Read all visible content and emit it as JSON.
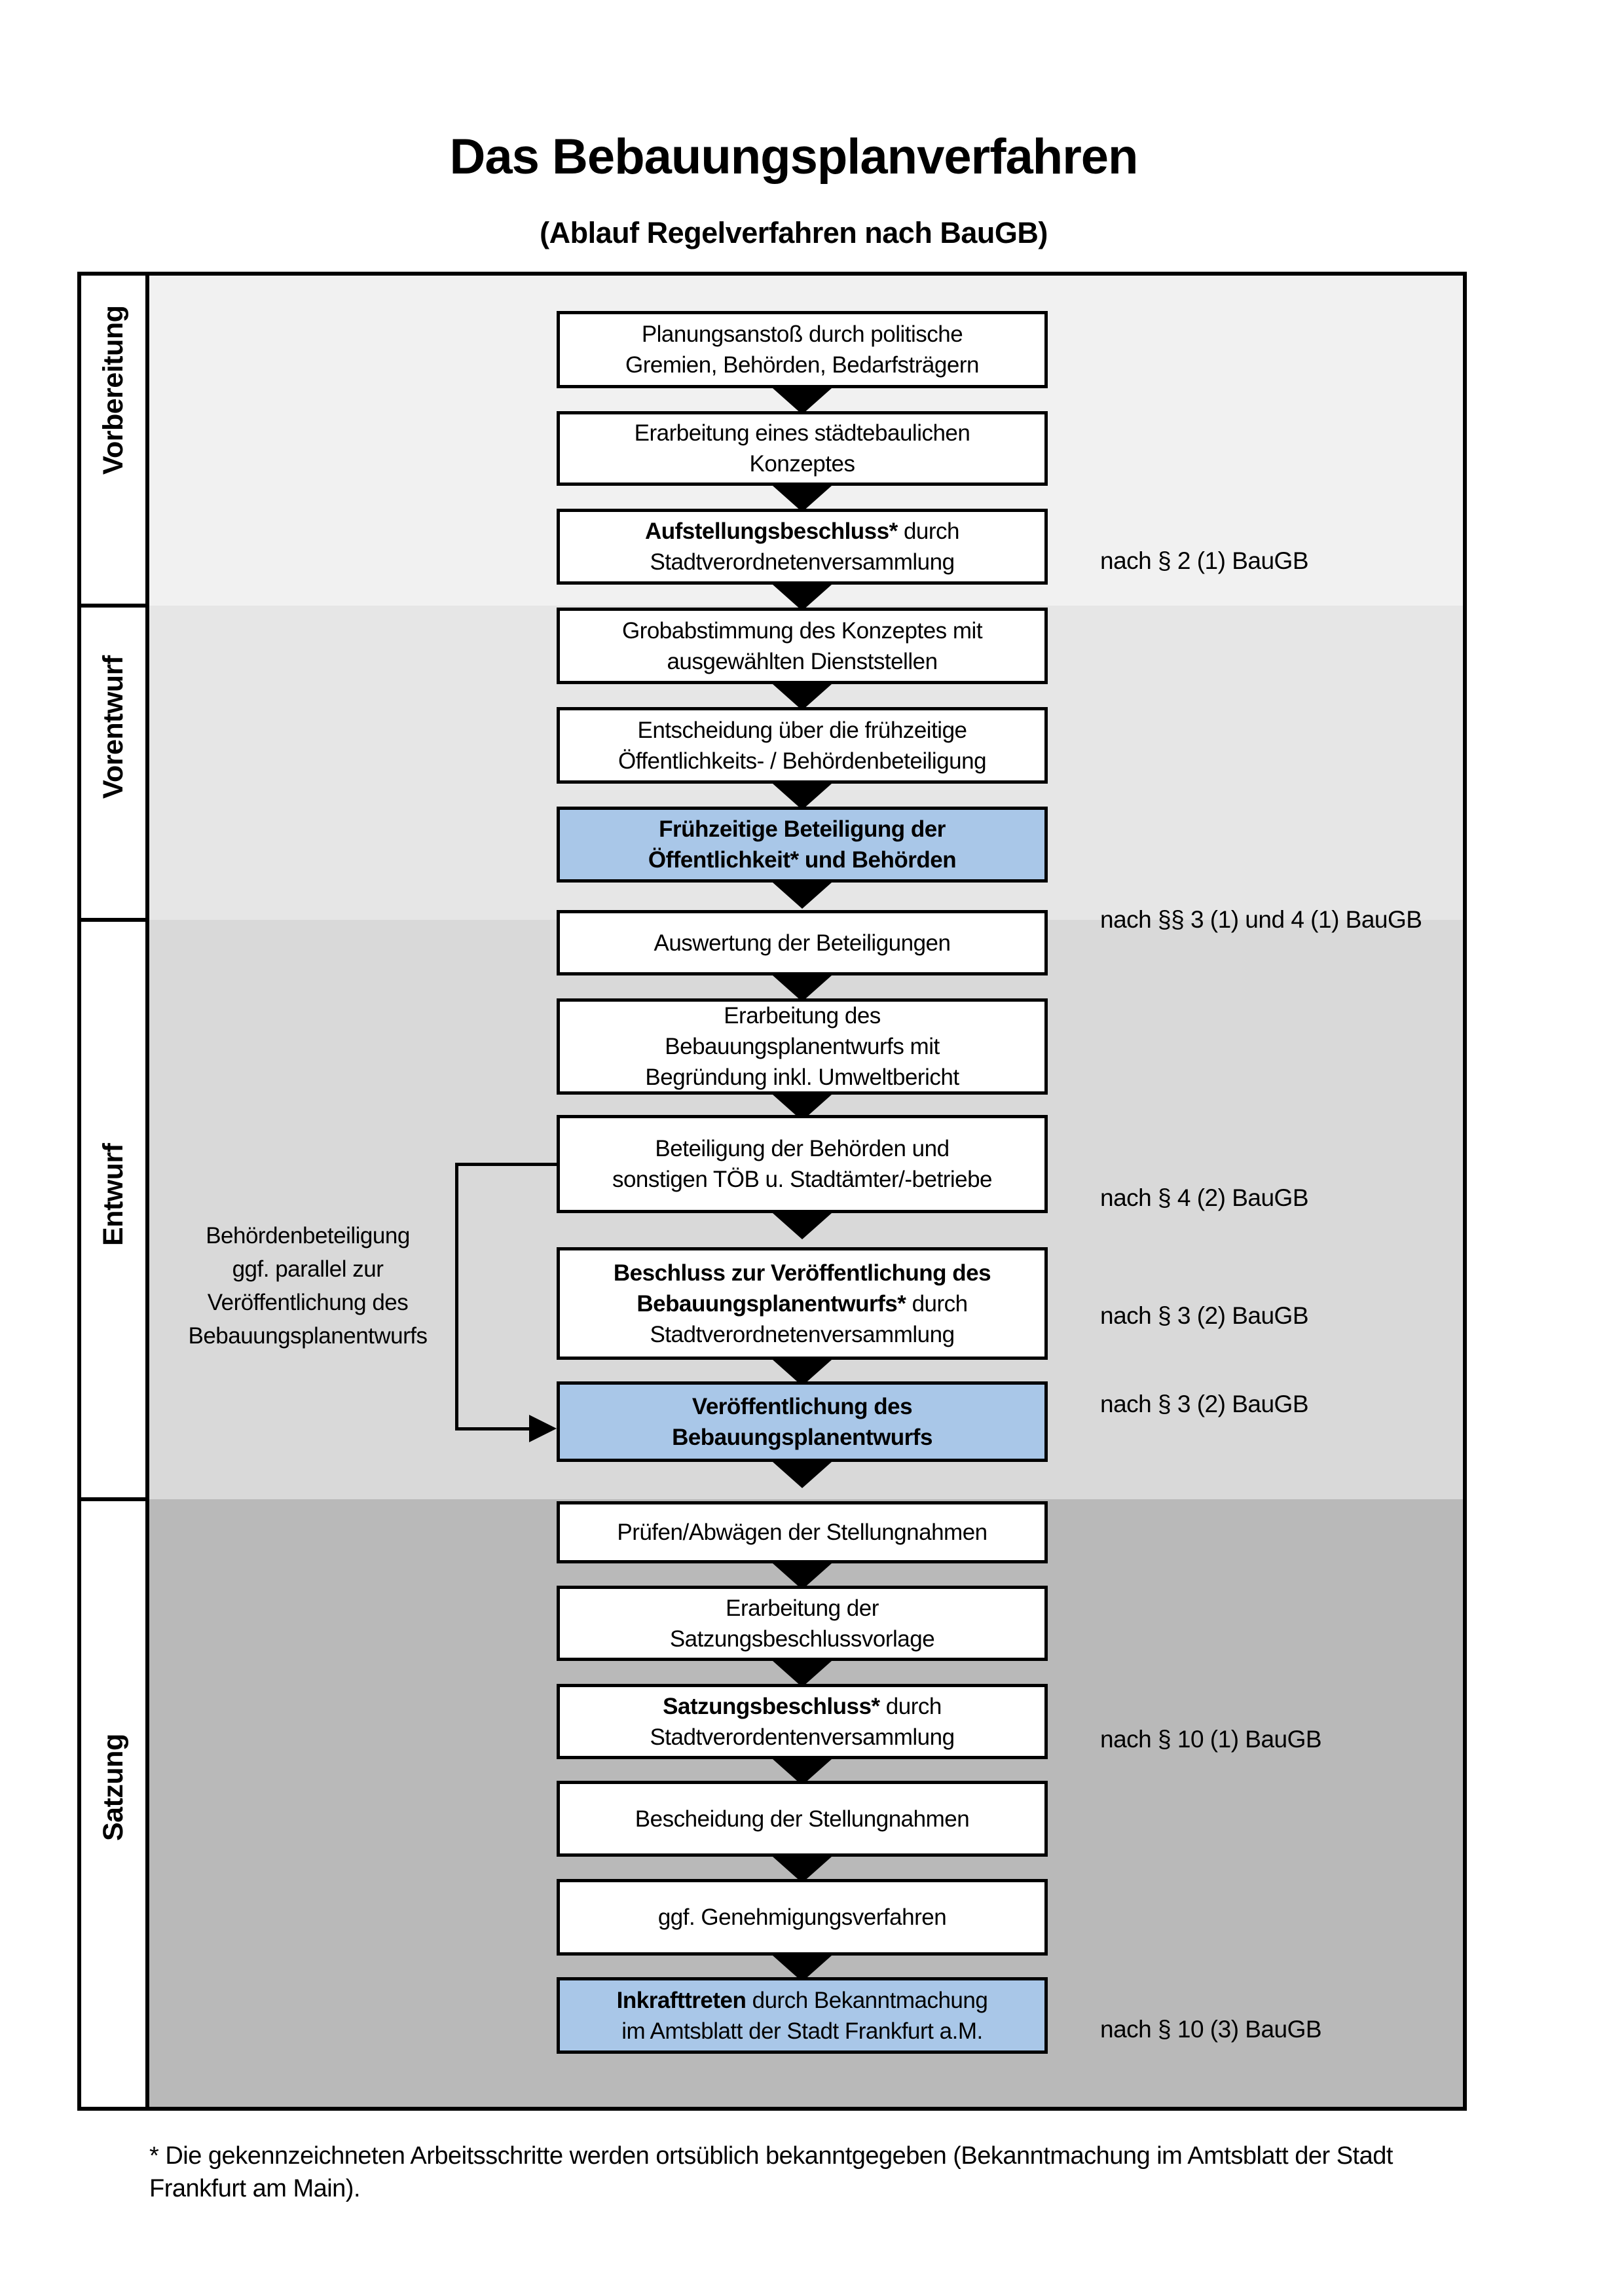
{
  "header": {
    "title": "Das Bebauungsplanverfahren",
    "subtitle": "(Ablauf Regelverfahren nach BauGB)"
  },
  "colors": {
    "highlight_blue": "#a9c7e8",
    "box_background": "#ffffff",
    "border_black": "#000000",
    "phase_backgrounds": [
      "#f1f1f1",
      "#e6e6e6",
      "#d9d9d9",
      "#b9b9b9"
    ]
  },
  "phases": [
    {
      "label": "Vorbereitung"
    },
    {
      "label": "Vorentwurf"
    },
    {
      "label": "Entwurf"
    },
    {
      "label": "Satzung"
    }
  ],
  "boxes": [
    {
      "id": "planungsanstoss",
      "phase": "Vorbereitung",
      "highlighted": false,
      "lines": [
        [
          {
            "text": "Planungsanstoß durch politische",
            "bold": false
          }
        ],
        [
          {
            "text": "Gremien, Behörden, Bedarfsträgern",
            "bold": false
          }
        ]
      ]
    },
    {
      "id": "konzept-erarbeitung",
      "phase": "Vorbereitung",
      "highlighted": false,
      "lines": [
        [
          {
            "text": "Erarbeitung eines städtebaulichen",
            "bold": false
          }
        ],
        [
          {
            "text": "Konzeptes",
            "bold": false
          }
        ]
      ]
    },
    {
      "id": "aufstellungsbeschluss",
      "phase": "Vorbereitung",
      "highlighted": false,
      "lines": [
        [
          {
            "text": "Aufstellungsbeschluss*",
            "bold": true
          },
          {
            "text": " durch",
            "bold": false
          }
        ],
        [
          {
            "text": "Stadtverordnetenversammlung",
            "bold": false
          }
        ]
      ]
    },
    {
      "id": "grobabstimmung",
      "phase": "Vorentwurf",
      "highlighted": false,
      "lines": [
        [
          {
            "text": "Grobabstimmung des Konzeptes mit",
            "bold": false
          }
        ],
        [
          {
            "text": "ausgewählten Dienststellen",
            "bold": false
          }
        ]
      ]
    },
    {
      "id": "entscheidung-fruehzeitige-beteiligung",
      "phase": "Vorentwurf",
      "highlighted": false,
      "lines": [
        [
          {
            "text": "Entscheidung über die frühzeitige",
            "bold": false
          }
        ],
        [
          {
            "text": "Öffentlichkeits- / Behördenbeteiligung",
            "bold": false
          }
        ]
      ]
    },
    {
      "id": "fruehzeitige-beteiligung",
      "phase": "Vorentwurf",
      "highlighted": true,
      "lines": [
        [
          {
            "text": "Frühzeitige Beteiligung der",
            "bold": true
          }
        ],
        [
          {
            "text": "Öffentlichkeit* und Behörden",
            "bold": true
          }
        ]
      ]
    },
    {
      "id": "auswertung-beteiligungen",
      "phase": "Entwurf",
      "highlighted": false,
      "lines": [
        [
          {
            "text": "Auswertung der Beteiligungen",
            "bold": false
          }
        ]
      ]
    },
    {
      "id": "bebauungsplanentwurf-erarbeitung",
      "phase": "Entwurf",
      "highlighted": false,
      "lines": [
        [
          {
            "text": "Erarbeitung des",
            "bold": false
          }
        ],
        [
          {
            "text": "Bebauungsplanentwurfs mit",
            "bold": false
          }
        ],
        [
          {
            "text": "Begründung inkl. Umweltbericht",
            "bold": false
          }
        ]
      ]
    },
    {
      "id": "behoerdenbeteiligung",
      "phase": "Entwurf",
      "highlighted": false,
      "lines": [
        [
          {
            "text": "Beteiligung der Behörden und",
            "bold": false
          }
        ],
        [
          {
            "text": "sonstigen TÖB u. Stadtämter/-betriebe",
            "bold": false
          }
        ]
      ]
    },
    {
      "id": "veroeffentlichungsbeschluss",
      "phase": "Entwurf",
      "highlighted": false,
      "lines": [
        [
          {
            "text": "Beschluss zur Veröffentlichung des",
            "bold": true
          }
        ],
        [
          {
            "text": "Bebauungsplanentwurfs*",
            "bold": true
          },
          {
            "text": " durch",
            "bold": false
          }
        ],
        [
          {
            "text": "Stadtverordnetenversammlung",
            "bold": false
          }
        ]
      ]
    },
    {
      "id": "veroeffentlichung-entwurf",
      "phase": "Entwurf",
      "highlighted": true,
      "lines": [
        [
          {
            "text": "Veröffentlichung des",
            "bold": true
          }
        ],
        [
          {
            "text": "Bebauungsplanentwurfs",
            "bold": true
          }
        ]
      ]
    },
    {
      "id": "pruefen-abwaegen-stellungnahmen",
      "phase": "Satzung",
      "highlighted": false,
      "lines": [
        [
          {
            "text": "Prüfen/Abwägen der Stellungnahmen",
            "bold": false
          }
        ]
      ]
    },
    {
      "id": "satzungsbeschlussvorlage",
      "phase": "Satzung",
      "highlighted": false,
      "lines": [
        [
          {
            "text": "Erarbeitung der",
            "bold": false
          }
        ],
        [
          {
            "text": "Satzungsbeschlussvorlage",
            "bold": false
          }
        ]
      ]
    },
    {
      "id": "satzungsbeschluss",
      "phase": "Satzung",
      "highlighted": false,
      "lines": [
        [
          {
            "text": "Satzungsbeschluss*",
            "bold": true
          },
          {
            "text": " durch",
            "bold": false
          }
        ],
        [
          {
            "text": "Stadtverordentenversammlung",
            "bold": false
          }
        ]
      ]
    },
    {
      "id": "bescheidung-stellungnahmen",
      "phase": "Satzung",
      "highlighted": false,
      "lines": [
        [
          {
            "text": "Bescheidung der Stellungnahmen",
            "bold": false
          }
        ]
      ]
    },
    {
      "id": "genehmigungsverfahren",
      "phase": "Satzung",
      "highlighted": false,
      "lines": [
        [
          {
            "text": "ggf. Genehmigungsverfahren",
            "bold": false
          }
        ]
      ]
    },
    {
      "id": "inkrafttreten",
      "phase": "Satzung",
      "highlighted": true,
      "lines": [
        [
          {
            "text": "Inkrafttreten",
            "bold": true
          },
          {
            "text": " durch Bekanntmachung",
            "bold": false
          }
        ],
        [
          {
            "text": "im Amtsblatt der Stadt Frankfurt a.M.",
            "bold": false
          }
        ]
      ]
    }
  ],
  "references": [
    {
      "text": "nach § 2 (1) BauGB",
      "for_box": "aufstellungsbeschluss"
    },
    {
      "text": "nach §§ 3 (1) und 4 (1) BauGB",
      "for_box": "fruehzeitige-beteiligung"
    },
    {
      "text": "nach § 4 (2) BauGB",
      "for_box": "behoerdenbeteiligung"
    },
    {
      "text": "nach § 3 (2) BauGB",
      "for_box": "veroeffentlichungsbeschluss"
    },
    {
      "text": "nach § 3 (2) BauGB",
      "for_box": "veroeffentlichung-entwurf"
    },
    {
      "text": "nach § 10 (1) BauGB",
      "for_box": "satzungsbeschluss"
    },
    {
      "text": "nach § 10 (3) BauGB",
      "for_box": "inkrafttreten"
    }
  ],
  "side_note": {
    "lines": [
      "Behördenbeteiligung",
      "ggf. parallel zur",
      "Veröffentlichung des",
      "Bebauungsplanentwurfs"
    ]
  },
  "footnote": {
    "line1": "* Die gekennzeichneten Arbeitsschritte werden ortsüblich bekanntgegeben (Bekanntmachung im Amtsblatt  der Stadt",
    "line2": "Frankfurt am Main)."
  }
}
